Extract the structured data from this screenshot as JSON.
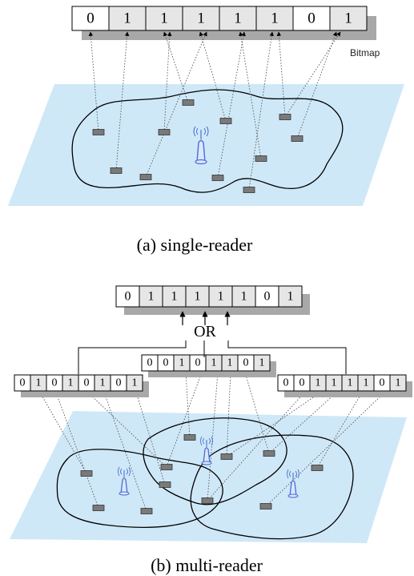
{
  "labels": {
    "bitmap": "Bitmap",
    "or": "OR",
    "caption_single": "(a) single-reader",
    "caption_multi": "(b) multi-reader"
  },
  "colors": {
    "plane_fill": "#cfe8f8",
    "region_stroke": "#000000",
    "cell_fill_zero": "#ffffff",
    "cell_fill_one": "#e6e6e6",
    "shadow": "#a8a8a8",
    "tag_fill": "#7a7a7a",
    "reader_color": "#4a6fd0"
  },
  "single_reader": {
    "bitmap": [
      "0",
      "1",
      "1",
      "1",
      "1",
      "1",
      "0",
      "1"
    ]
  },
  "multi_reader": {
    "combined_bitmap": [
      "0",
      "1",
      "1",
      "1",
      "1",
      "1",
      "0",
      "1"
    ],
    "reader_bitmaps": [
      [
        "0",
        "1",
        "0",
        "1",
        "0",
        "1",
        "0",
        "1"
      ],
      [
        "0",
        "0",
        "1",
        "0",
        "1",
        "1",
        "0",
        "1"
      ],
      [
        "0",
        "0",
        "1",
        "1",
        "1",
        "1",
        "0",
        "1"
      ]
    ]
  }
}
